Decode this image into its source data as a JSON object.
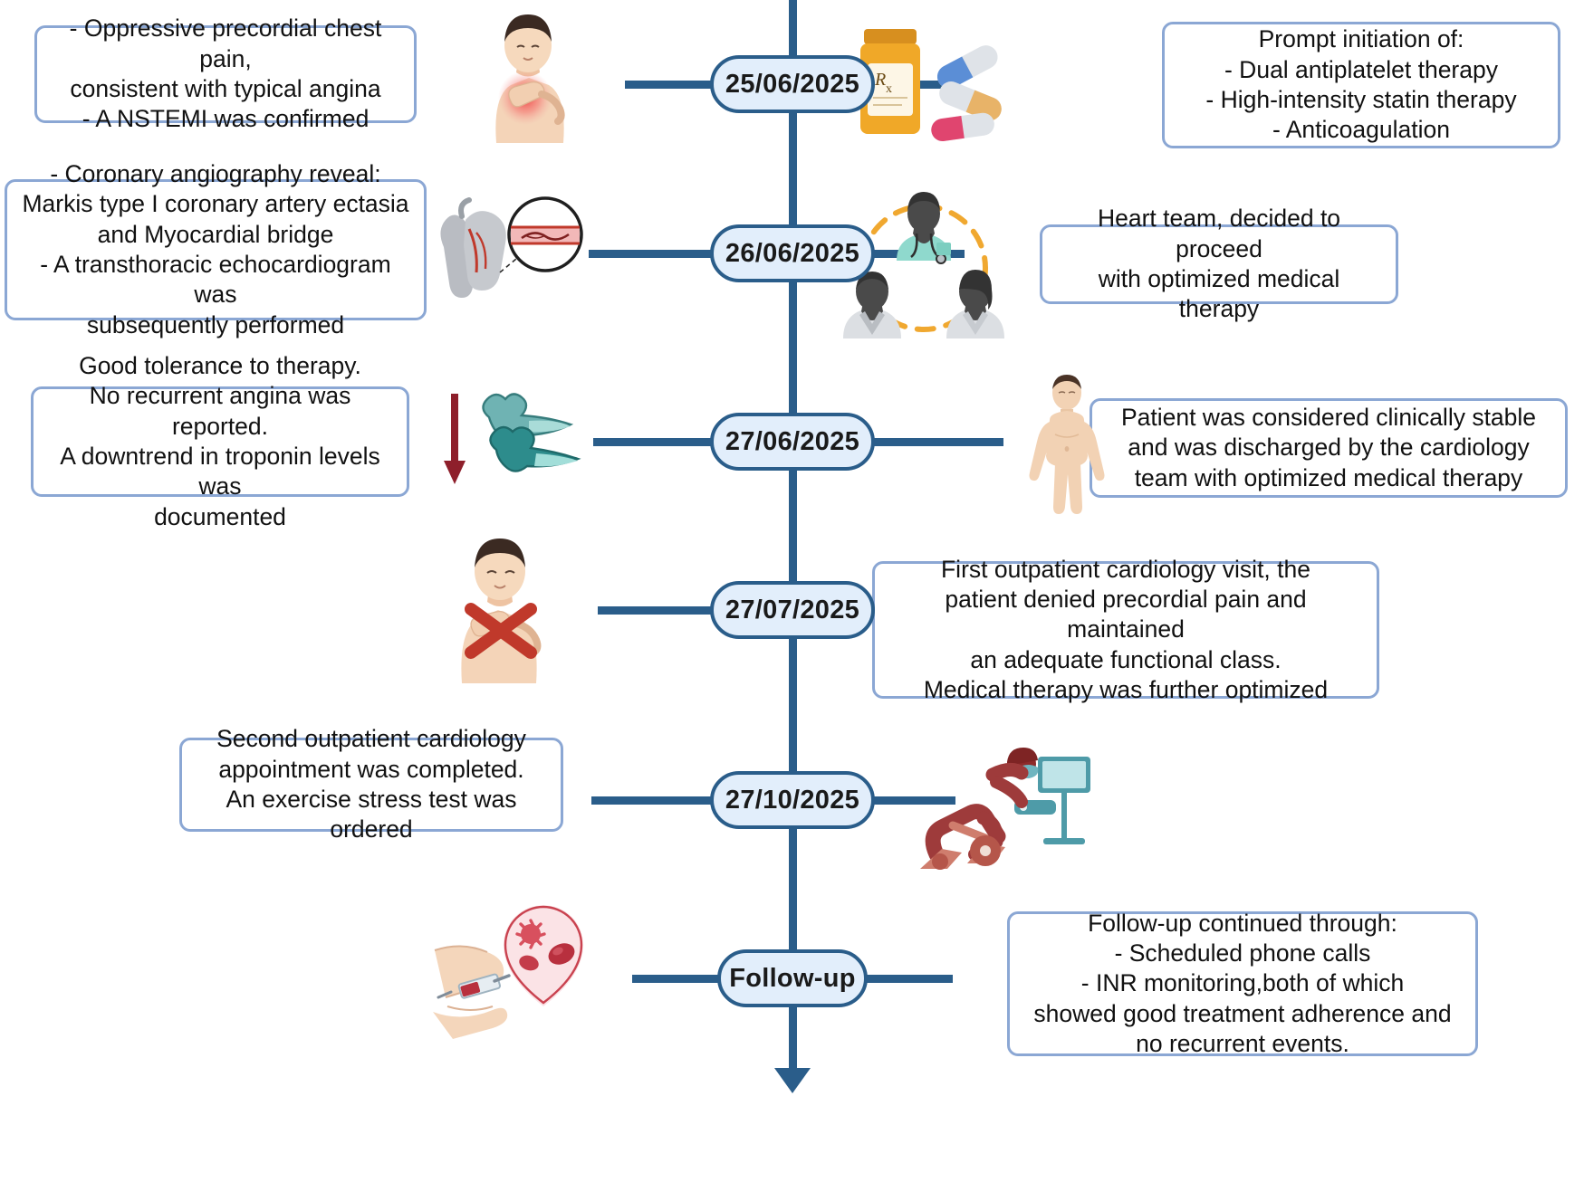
{
  "diagram": {
    "title": "Clinical case timeline",
    "colors": {
      "spine": "#2a5d8a",
      "node_fill": "#e2eefb",
      "node_border": "#2a5d8a",
      "box_border": "#8ba7d4",
      "accent_orange": "#f0a830",
      "accent_red": "#8e1f2b",
      "accent_teal": "#4a9e9e"
    }
  },
  "events": [
    {
      "id": "event-1",
      "node_label": "25/06/2025",
      "left_text": "- Oppressive precordial chest pain,\nconsistent with typical angina\n- A NSTEMI was confirmed",
      "right_text": "Prompt initiation of:\n- Dual antiplatelet therapy\n- High-intensity statin therapy\n- Anticoagulation",
      "left_icon": "chest-pain-patient-icon",
      "right_icon": "pill-bottle-medication-icon"
    },
    {
      "id": "event-2",
      "node_label": "26/06/2025",
      "left_text": "- Coronary angiography reveal:\nMarkis type I coronary artery ectasia\nand Myocardial bridge\n- A transthoracic echocardiogram was\nsubsequently performed",
      "right_text": "Heart team, decided to proceed\nwith optimized medical therapy",
      "left_icon": "heart-artery-magnifier-icon",
      "right_icon": "heart-team-doctors-icon"
    },
    {
      "id": "event-3",
      "node_label": "27/06/2025",
      "left_text": "Good tolerance to therapy.\nNo recurrent angina was reported.\nA downtrend in troponin levels was\ndocumented",
      "right_text": "Patient was considered clinically stable\nand was discharged by the cardiology\nteam with optimized medical therapy",
      "left_icon": "troponin-downtrend-icon",
      "right_icon": "standing-patient-icon"
    },
    {
      "id": "event-4",
      "node_label": "27/07/2025",
      "left_text": "",
      "right_text": "First outpatient cardiology visit, the\npatient denied precordial pain and maintained\nan adequate functional class.\nMedical therapy was further optimized",
      "left_icon": "no-chest-pain-patient-icon",
      "right_icon": ""
    },
    {
      "id": "event-5",
      "node_label": "27/10/2025",
      "left_text": "Second outpatient cardiology\nappointment was completed.\nAn exercise stress test was ordered",
      "right_text": "",
      "left_icon": "",
      "right_icon": "exercise-stress-test-bike-icon"
    },
    {
      "id": "event-6",
      "node_label": "Follow-up",
      "left_text": "",
      "right_text": "Follow-up continued through:\n- Scheduled phone calls\n- INR monitoring,both of which\nshowed good treatment adherence and\nno recurrent events.",
      "left_icon": "blood-draw-sample-icon",
      "right_icon": ""
    }
  ]
}
